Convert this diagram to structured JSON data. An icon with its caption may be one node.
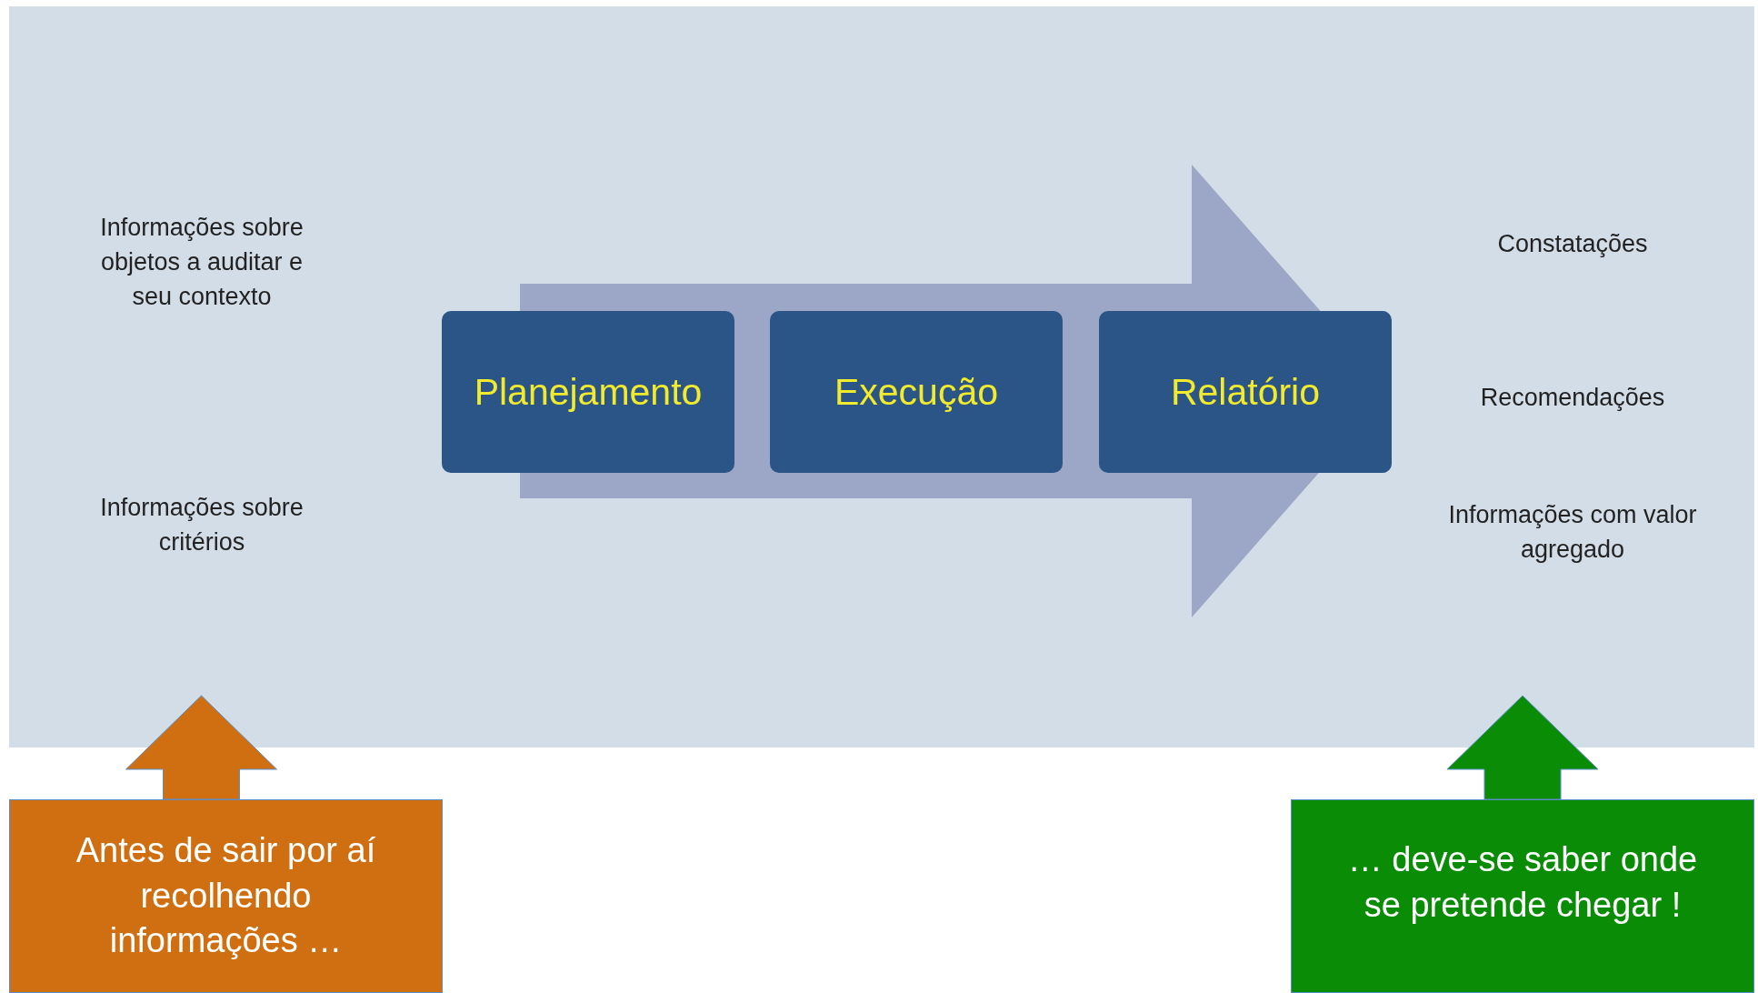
{
  "diagram": {
    "nodes": [
      {
        "text": [],
        "shape": "box"
      },
      {
        "text": [
          "Informações sobre objetos a auditar e seu contexto"
        ],
        "in": 0
      },
      {
        "text": [
          "Informações sobre critérios"
        ],
        "in": 0
      },
      {
        "text": [
          "Planejamento"
        ],
        "in": 0
      },
      {
        "text": [
          "Execução"
        ],
        "in": 0
      },
      {
        "text": [
          "Relatório"
        ],
        "in": 0
      },
      {
        "text": [
          "Constatações"
        ],
        "in": 0
      },
      {
        "text": [
          "Recomendações"
        ],
        "in": 0
      },
      {
        "text": [
          "Informações com valor agregado"
        ],
        "in": 0
      },
      {
        "text": [
          "Antes de sair por aí recolhendo informações …"
        ]
      },
      {
        "text": [
          "… deve-se saber onde se pretende chegar !"
        ]
      }
    ],
    "edges": [
      {
        "from": 3,
        "to": 5,
        "arrow": "to",
        "style": "thick",
        "color": "#9ca6c7"
      },
      {
        "from": 9,
        "to": 0,
        "arrow": "to",
        "style": "thick",
        "color": "#d06f12"
      },
      {
        "from": 10,
        "to": 0,
        "arrow": "to",
        "style": "thick",
        "color": "#0a8c06"
      }
    ]
  }
}
